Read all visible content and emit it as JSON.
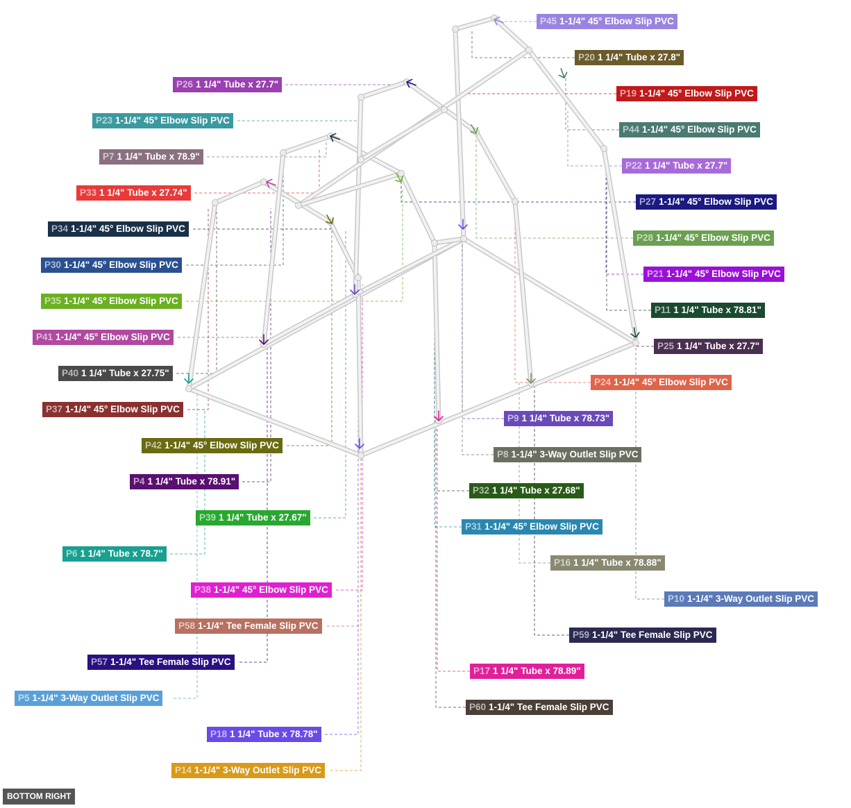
{
  "view_label": "BOTTOM RIGHT",
  "parts": [
    {
      "id": "P45",
      "desc": "1-1/4\" 45° Elbow Slip PVC",
      "color": "#9b84e0"
    },
    {
      "id": "P20",
      "desc": "1 1/4\" Tube x 27.8\"",
      "color": "#6b5a2a"
    },
    {
      "id": "P19",
      "desc": "1-1/4\" 45° Elbow Slip PVC",
      "color": "#c01a1a"
    },
    {
      "id": "P44",
      "desc": "1-1/4\" 45° Elbow Slip PVC",
      "color": "#4a7a72"
    },
    {
      "id": "P22",
      "desc": "1 1/4\" Tube x 27.7\"",
      "color": "#a86ad8"
    },
    {
      "id": "P27",
      "desc": "1-1/4\" 45° Elbow Slip PVC",
      "color": "#1a1a80"
    },
    {
      "id": "P28",
      "desc": "1-1/4\" 45° Elbow Slip PVC",
      "color": "#6aa050"
    },
    {
      "id": "P21",
      "desc": "1-1/4\" 45° Elbow Slip PVC",
      "color": "#9a10d8"
    },
    {
      "id": "P11",
      "desc": "1 1/4\" Tube x 78.81\"",
      "color": "#1a4a30"
    },
    {
      "id": "P25",
      "desc": "1 1/4\" Tube x 27.7\"",
      "color": "#4a3050"
    },
    {
      "id": "P24",
      "desc": "1-1/4\" 45° Elbow Slip PVC",
      "color": "#e0644a"
    },
    {
      "id": "P9",
      "desc": "1 1/4\" Tube x 78.73\"",
      "color": "#6a4ab8"
    },
    {
      "id": "P8",
      "desc": "1-1/4\" 3-Way Outlet Slip PVC",
      "color": "#6a7060"
    },
    {
      "id": "P32",
      "desc": "1 1/4\" Tube x 27.68\"",
      "color": "#2a5a18"
    },
    {
      "id": "P31",
      "desc": "1-1/4\" 45° Elbow Slip PVC",
      "color": "#2a88b0"
    },
    {
      "id": "P16",
      "desc": "1 1/4\" Tube x 78.88\"",
      "color": "#8a8870"
    },
    {
      "id": "P10",
      "desc": "1-1/4\" 3-Way Outlet Slip PVC",
      "color": "#5a7ab8"
    },
    {
      "id": "P59",
      "desc": "1-1/4\" Tee Female Slip PVC",
      "color": "#2a2a50"
    },
    {
      "id": "P17",
      "desc": "1 1/4\" Tube x 78.89\"",
      "color": "#e0209a"
    },
    {
      "id": "P60",
      "desc": "1-1/4\" Tee Female Slip PVC",
      "color": "#4a4038"
    },
    {
      "id": "P26",
      "desc": "1 1/4\" Tube x 27.7\"",
      "color": "#9a40b0"
    },
    {
      "id": "P23",
      "desc": "1-1/4\" 45° Elbow Slip PVC",
      "color": "#3a9aa0"
    },
    {
      "id": "P7",
      "desc": "1 1/4\" Tube x 78.9\"",
      "color": "#8a7080"
    },
    {
      "id": "P33",
      "desc": "1 1/4\" Tube x 27.74\"",
      "color": "#e83a3a"
    },
    {
      "id": "P34",
      "desc": "1-1/4\" 45° Elbow Slip PVC",
      "color": "#1a3048"
    },
    {
      "id": "P30",
      "desc": "1-1/4\" 45° Elbow Slip PVC",
      "color": "#2a5090"
    },
    {
      "id": "P35",
      "desc": "1-1/4\" 45° Elbow Slip PVC",
      "color": "#6ab020"
    },
    {
      "id": "P41",
      "desc": "1-1/4\" 45° Elbow Slip PVC",
      "color": "#b04aa0"
    },
    {
      "id": "P40",
      "desc": "1 1/4\" Tube x 27.75\"",
      "color": "#4a4a4a"
    },
    {
      "id": "P37",
      "desc": "1-1/4\" 45° Elbow Slip PVC",
      "color": "#8a3030"
    },
    {
      "id": "P42",
      "desc": "1-1/4\" 45° Elbow Slip PVC",
      "color": "#6a6a10"
    },
    {
      "id": "P4",
      "desc": "1 1/4\" Tube x 78.91\"",
      "color": "#5a1070"
    },
    {
      "id": "P39",
      "desc": "1 1/4\" Tube x 27.67\"",
      "color": "#28a830"
    },
    {
      "id": "P6",
      "desc": "1 1/4\" Tube x 78.7\"",
      "color": "#18a090"
    },
    {
      "id": "P38",
      "desc": "1-1/4\" 45° Elbow Slip PVC",
      "color": "#e020d0"
    },
    {
      "id": "P58",
      "desc": "1-1/4\" Tee Female Slip PVC",
      "color": "#b87060"
    },
    {
      "id": "P57",
      "desc": "1-1/4\" Tee Female Slip PVC",
      "color": "#2a1080"
    },
    {
      "id": "P5",
      "desc": "1-1/4\" 3-Way Outlet Slip PVC",
      "color": "#5aa0d8"
    },
    {
      "id": "P18",
      "desc": "1 1/4\" Tube x 78.78\"",
      "color": "#6a4ae8"
    },
    {
      "id": "P14",
      "desc": "1-1/4\" 3-Way Outlet Slip PVC",
      "color": "#d89a18"
    }
  ]
}
